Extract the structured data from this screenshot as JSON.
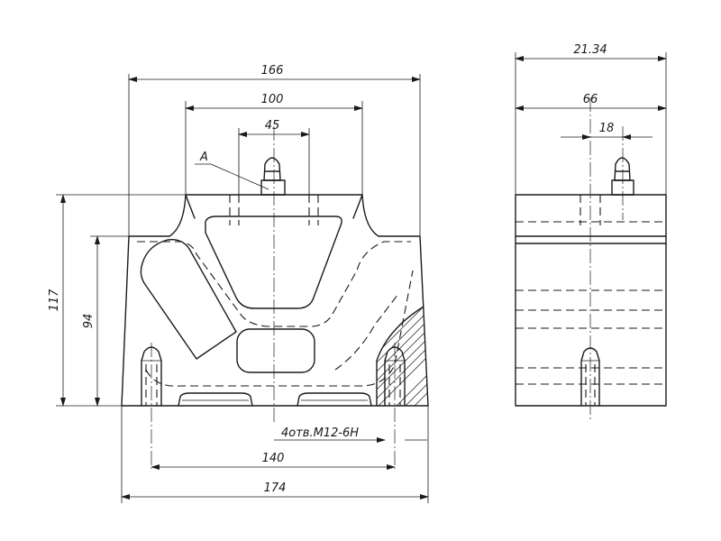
{
  "drawing": {
    "dimensions": {
      "overall_top": "166",
      "top_inner": "100",
      "slot": "45",
      "side_total": "21.34",
      "side_width": "66",
      "side_stud": "18",
      "height_total": "117",
      "height_inner": "94",
      "bottom_holes": "140",
      "bottom_total": "174"
    },
    "labels": {
      "datum": "A",
      "thread_note": "4отв.М12-6Н"
    }
  }
}
